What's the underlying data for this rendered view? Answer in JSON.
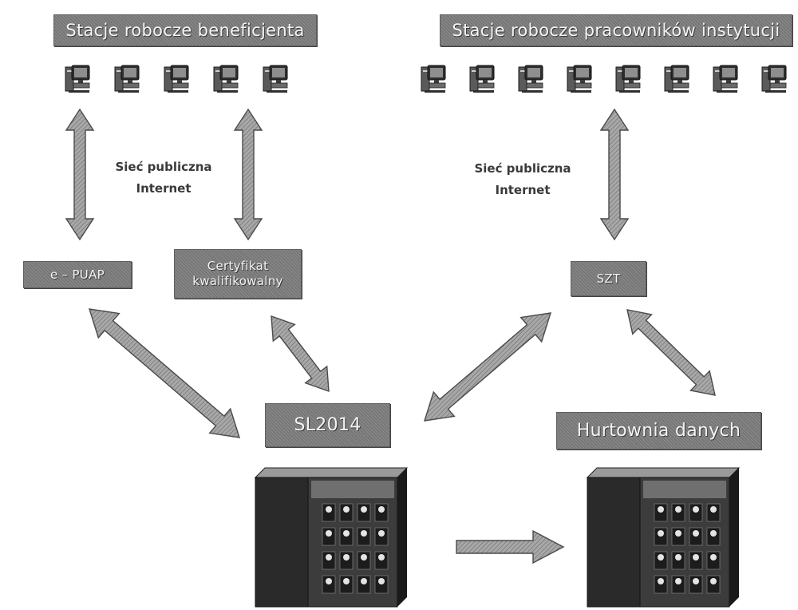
{
  "boxes": {
    "beneficiary_stations": "Stacje robocze beneficjenta",
    "institution_stations": "Stacje robocze pracowników instytucji",
    "epuap": "e – PUAP",
    "certificate": "Certyfikat kwalifikowalny",
    "szt": "SZT",
    "sl2014": "SL2014",
    "data_warehouse": "Hurtownia danych"
  },
  "network_labels": {
    "left_line1": "Sieć publiczna",
    "left_line2": "Internet",
    "right_line1": "Sieć publiczna",
    "right_line2": "Internet"
  },
  "counts": {
    "beneficiary_computers": 5,
    "institution_computers": 8
  },
  "icons": {
    "workstation": "desktop-computer-icon",
    "server": "nas-server-icon",
    "link": "double-arrow-icon"
  },
  "colors": {
    "box_fill": "#7d7d7d",
    "box_text": "#f4f4f4",
    "arrow_fill": "#9a9a9a",
    "arrow_stroke": "#4a4a4a"
  }
}
